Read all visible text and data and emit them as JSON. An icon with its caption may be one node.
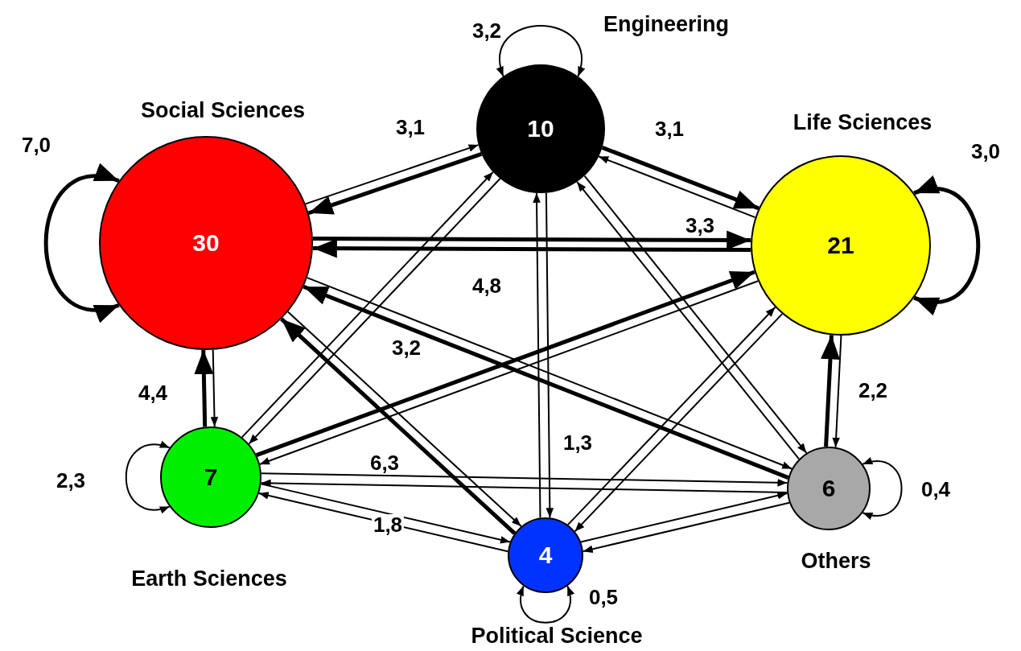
{
  "diagram": {
    "nodes": [
      {
        "text": [
          "Engineering",
          "10"
        ]
      },
      {
        "text": [
          "Social Sciences",
          "30"
        ]
      },
      {
        "text": [
          "Life Sciences",
          "21"
        ]
      },
      {
        "text": [
          "7",
          "Earth Sciences"
        ]
      },
      {
        "text": [
          "6",
          "Others"
        ]
      },
      {
        "text": [
          "4",
          "Political Science"
        ]
      }
    ],
    "edges": [
      {
        "from": 0,
        "to": 0,
        "arrow": "both",
        "label": "3,2"
      },
      {
        "from": 1,
        "to": 1,
        "arrow": "both",
        "label": "7,0",
        "style": "thick"
      },
      {
        "from": 2,
        "to": 2,
        "arrow": "both",
        "label": "3,0",
        "style": "thick"
      },
      {
        "from": 3,
        "to": 3,
        "arrow": "both",
        "label": "2,3"
      },
      {
        "from": 4,
        "to": 4,
        "arrow": "both",
        "label": "0,4"
      },
      {
        "from": 5,
        "to": 5,
        "arrow": "both",
        "label": "0,5"
      },
      {
        "from": 0,
        "to": 1,
        "arrow": "to",
        "label": "3,1",
        "style": "thick"
      },
      {
        "from": 1,
        "to": 0,
        "arrow": "to"
      },
      {
        "from": 0,
        "to": 2,
        "arrow": "to",
        "label": "3,1",
        "style": "thick"
      },
      {
        "from": 2,
        "to": 0,
        "arrow": "to"
      },
      {
        "from": 1,
        "to": 2,
        "arrow": "to",
        "label": "3,3",
        "style": "thick"
      },
      {
        "from": 2,
        "to": 1,
        "arrow": "to",
        "label": "4,8",
        "style": "thick"
      },
      {
        "from": 0,
        "to": 3,
        "arrow": "to"
      },
      {
        "from": 3,
        "to": 0,
        "arrow": "to"
      },
      {
        "from": 0,
        "to": 5,
        "arrow": "to"
      },
      {
        "from": 5,
        "to": 0,
        "arrow": "to",
        "label": "1,3"
      },
      {
        "from": 0,
        "to": 4,
        "arrow": "to"
      },
      {
        "from": 4,
        "to": 0,
        "arrow": "to"
      },
      {
        "from": 1,
        "to": 3,
        "arrow": "to"
      },
      {
        "from": 3,
        "to": 1,
        "arrow": "to",
        "label": "4,4",
        "style": "thick"
      },
      {
        "from": 1,
        "to": 5,
        "arrow": "to"
      },
      {
        "from": 5,
        "to": 1,
        "arrow": "to",
        "label": "6,3",
        "style": "thick"
      },
      {
        "from": 1,
        "to": 4,
        "arrow": "to"
      },
      {
        "from": 4,
        "to": 1,
        "arrow": "to",
        "label": "3,2",
        "style": "thick"
      },
      {
        "from": 2,
        "to": 3,
        "arrow": "to"
      },
      {
        "from": 3,
        "to": 2,
        "arrow": "to",
        "style": "thick"
      },
      {
        "from": 2,
        "to": 5,
        "arrow": "to"
      },
      {
        "from": 5,
        "to": 2,
        "arrow": "to"
      },
      {
        "from": 2,
        "to": 4,
        "arrow": "to"
      },
      {
        "from": 4,
        "to": 2,
        "arrow": "to",
        "label": "2,2",
        "style": "thick"
      },
      {
        "from": 3,
        "to": 4,
        "arrow": "to"
      },
      {
        "from": 4,
        "to": 3,
        "arrow": "to"
      },
      {
        "from": 3,
        "to": 5,
        "arrow": "to"
      },
      {
        "from": 5,
        "to": 3,
        "arrow": "to",
        "label": "1,8"
      },
      {
        "from": 5,
        "to": 4,
        "arrow": "to"
      },
      {
        "from": 4,
        "to": 5,
        "arrow": "to"
      }
    ]
  }
}
